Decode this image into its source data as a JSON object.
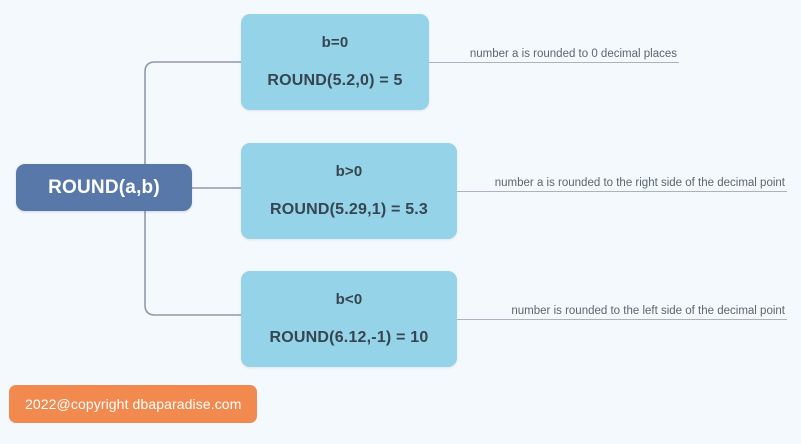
{
  "diagram": {
    "root": {
      "label": "ROUND(a,b)"
    },
    "branches": [
      {
        "title": "b=0",
        "formula": "ROUND(5.2,0) = 5",
        "annotation": "number a is rounded to 0 decimal places"
      },
      {
        "title": "b>0",
        "formula": "ROUND(5.29,1) = 5.3",
        "annotation": "number a is rounded to the right side of the decimal point"
      },
      {
        "title": "b<0",
        "formula": "ROUND(6.12,-1) = 10",
        "annotation": "number is rounded to the left side of the decimal point"
      }
    ]
  },
  "footer": {
    "copyright": "2022@copyright dbaparadise.com"
  },
  "colors": {
    "background": "#f4f9fd",
    "root_fill": "#5778a8",
    "branch_fill": "#94d3e8",
    "branch_text": "#36454f",
    "connector": "#8f9aa8",
    "annotation_text": "#5a6573",
    "badge_fill": "#f28a4f"
  }
}
